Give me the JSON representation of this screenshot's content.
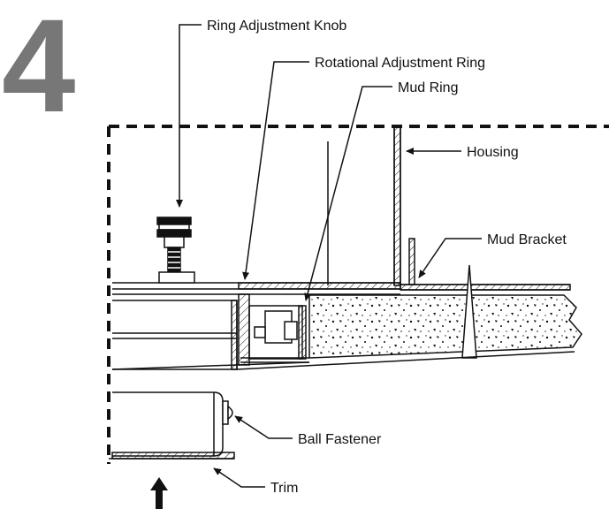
{
  "step_number": "4",
  "labels": {
    "ring_adjustment_knob": "Ring Adjustment Knob",
    "rotational_adjustment_ring": "Rotational Adjustment Ring",
    "mud_ring": "Mud Ring",
    "housing": "Housing",
    "mud_bracket": "Mud Bracket",
    "ball_fastener": "Ball Fastener",
    "trim": "Trim"
  },
  "colors": {
    "step_number": "#777777",
    "line": "#111111",
    "background": "#ffffff"
  }
}
